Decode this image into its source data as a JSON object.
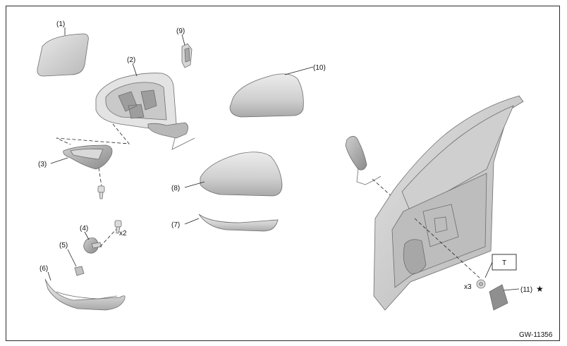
{
  "diagram": {
    "labels": {
      "p1": "(1)",
      "p2": "(2)",
      "p3": "(3)",
      "p4": "(4)",
      "p5": "(5)",
      "p6": "(6)",
      "p7": "(7)",
      "p8": "(8)",
      "p9": "(9)",
      "p10": "(10)",
      "p11": "(11)"
    },
    "star_symbol": "★",
    "qty_screws_mirror": "x2",
    "qty_bolts_door": "x3",
    "torque_tag": "T",
    "doc_id": "GW-11356"
  }
}
